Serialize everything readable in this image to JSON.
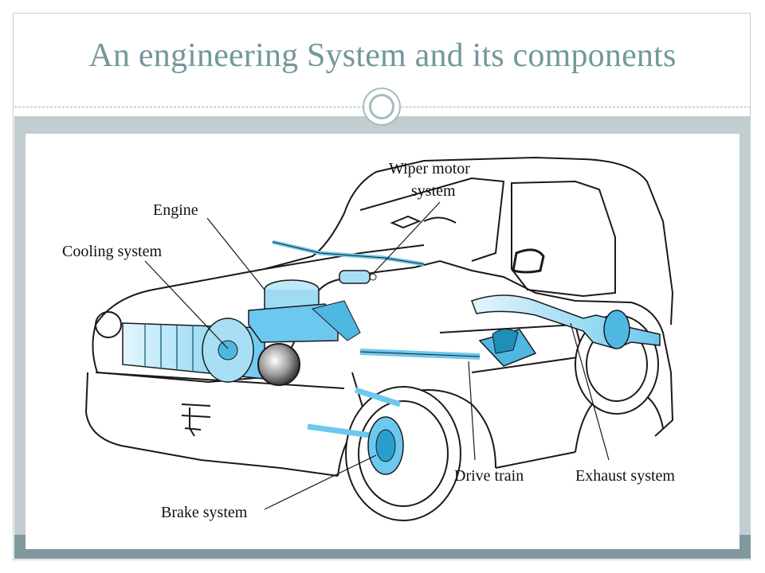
{
  "slide": {
    "title": "An engineering System and its components"
  },
  "diagram": {
    "labels": {
      "wiper_line1": "Wiper motor",
      "wiper_line2": "system",
      "engine": "Engine",
      "cooling": "Cooling system",
      "drive_train": "Drive train",
      "exhaust": "Exhaust system",
      "brake": "Brake system"
    }
  },
  "colors": {
    "title": "#72989b",
    "band": "#c2ccd1",
    "band_dark": "#7f999e",
    "component_blue": "#7fd0f0",
    "outline": "#1a1a1a"
  }
}
